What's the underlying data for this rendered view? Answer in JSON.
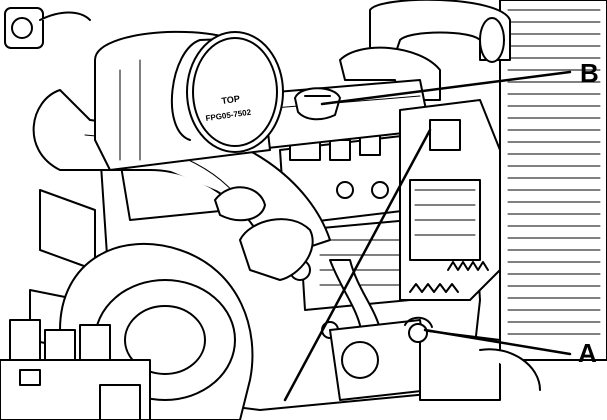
{
  "filter_label": {
    "line1": "TOP",
    "line2": "FPG05-7502"
  },
  "callouts": [
    {
      "id": "B",
      "text": "B"
    },
    {
      "id": "A",
      "text": "A"
    }
  ]
}
